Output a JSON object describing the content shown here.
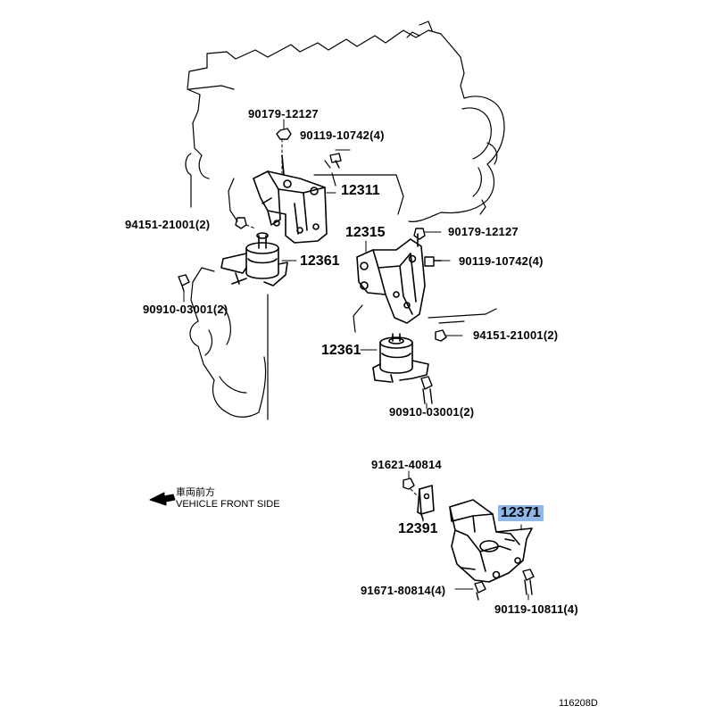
{
  "callouts": {
    "c1": "90179-12127",
    "c2": "90119-10742(4)",
    "c3": "12311",
    "c4": "94151-21001(2)",
    "c5": "12361",
    "c6": "90910-03001(2)",
    "c7": "12315",
    "c8": "90179-12127",
    "c9": "90119-10742(4)",
    "c10": "94151-21001(2)",
    "c11": "12361",
    "c12": "90910-03001(2)",
    "c13": "91621-40814",
    "c14": "12371",
    "c15": "12391",
    "c16": "91671-80814(4)",
    "c17": "90119-10811(4)"
  },
  "direction_note": {
    "jp": "車両前方",
    "en": "VEHICLE FRONT SIDE"
  },
  "figure_code": "116208D",
  "highlight_color": "#8fb8ea"
}
